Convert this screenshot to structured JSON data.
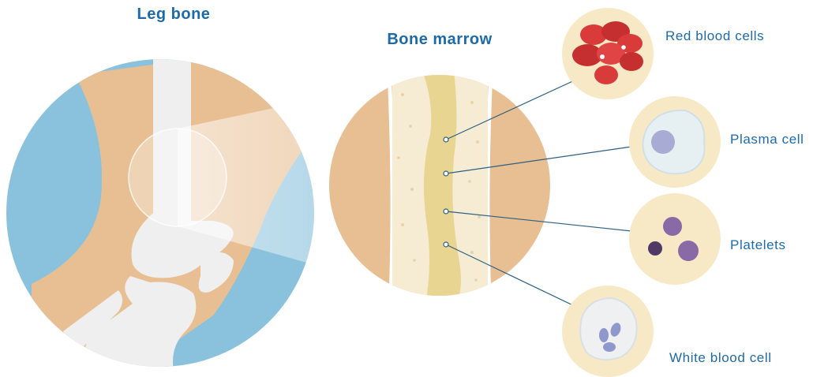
{
  "titles": {
    "leg_bone": "Leg bone",
    "bone_marrow": "Bone marrow"
  },
  "cells": [
    {
      "id": "red",
      "label": "Red blood cells"
    },
    {
      "id": "plasma",
      "label": "Plasma cell"
    },
    {
      "id": "platelets",
      "label": "Platelets"
    },
    {
      "id": "white",
      "label": "White blood cell"
    }
  ],
  "colors": {
    "title_text": "#1d6aa8",
    "skin": "#e8bf93",
    "tissue_blue": "#8ac2dd",
    "bone": "#efefef",
    "marrow_yellow": "#e9d592",
    "spongy_bone": "#f6ecd4",
    "cell_bg": "#f8e9c6",
    "red_cell": "#d93a3a",
    "plasma_cell": "#e6f0f2",
    "plasma_nucleus": "#a8abd3",
    "platelet": "#8a6aa6",
    "white_cell_nucleus": "#8f98cd",
    "leader_line": "#2c5e82"
  }
}
